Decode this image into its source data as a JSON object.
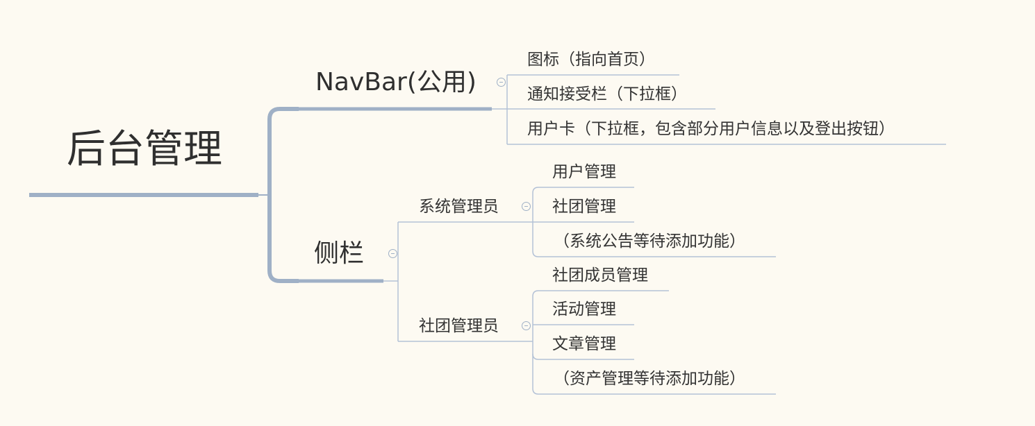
{
  "mindmap": {
    "root": "后台管理",
    "navbar": {
      "label": "NavBar(公用)",
      "items": [
        "图标（指向首页）",
        "通知接受栏（下拉框）",
        "用户卡（下拉框，包含部分用户信息以及登出按钮）"
      ]
    },
    "sidebar": {
      "label": "侧栏",
      "system_admin": {
        "label": "系统管理员",
        "items": [
          "用户管理",
          "社团管理",
          "（系统公告等待添加功能）"
        ]
      },
      "club_admin": {
        "label": "社团管理员",
        "items": [
          "社团成员管理",
          "活动管理",
          "文章管理",
          "（资产管理等待添加功能）"
        ]
      }
    }
  },
  "colors": {
    "background": "#fdfaf2",
    "line_main": "#9fb0c6",
    "line_thin": "#b3c1d6",
    "text": "#333333"
  }
}
